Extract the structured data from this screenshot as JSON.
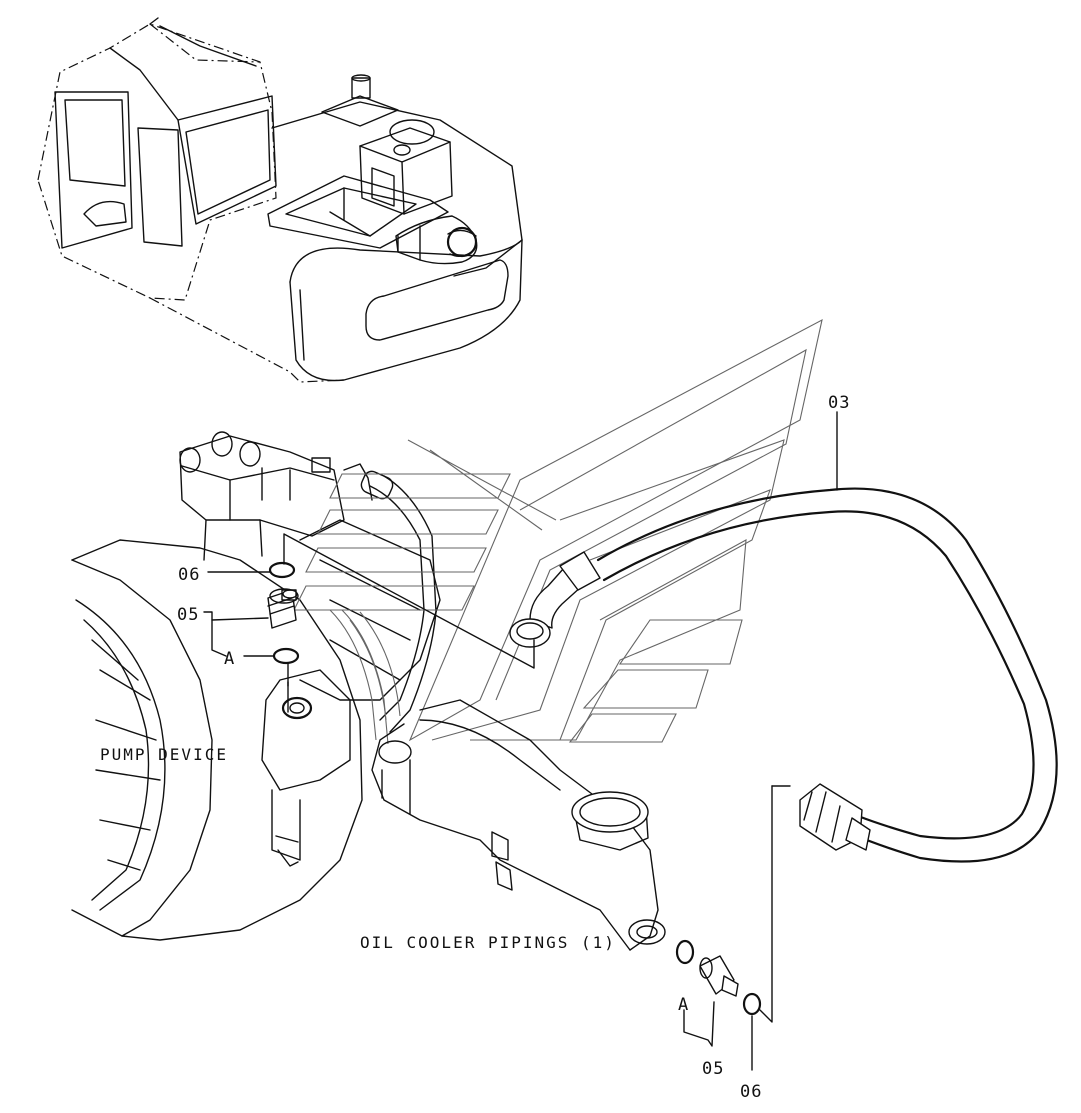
{
  "labels": {
    "part_03": "03",
    "part_05_top": "05",
    "part_06_top": "06",
    "ref_a_top": "A",
    "ref_a_bottom": "A",
    "part_05_bottom": "05",
    "part_06_bottom": "06"
  },
  "captions": {
    "pump_device": "PUMP DEVICE",
    "oil_cooler_pipings": "OIL COOLER PIPINGS (1)"
  }
}
